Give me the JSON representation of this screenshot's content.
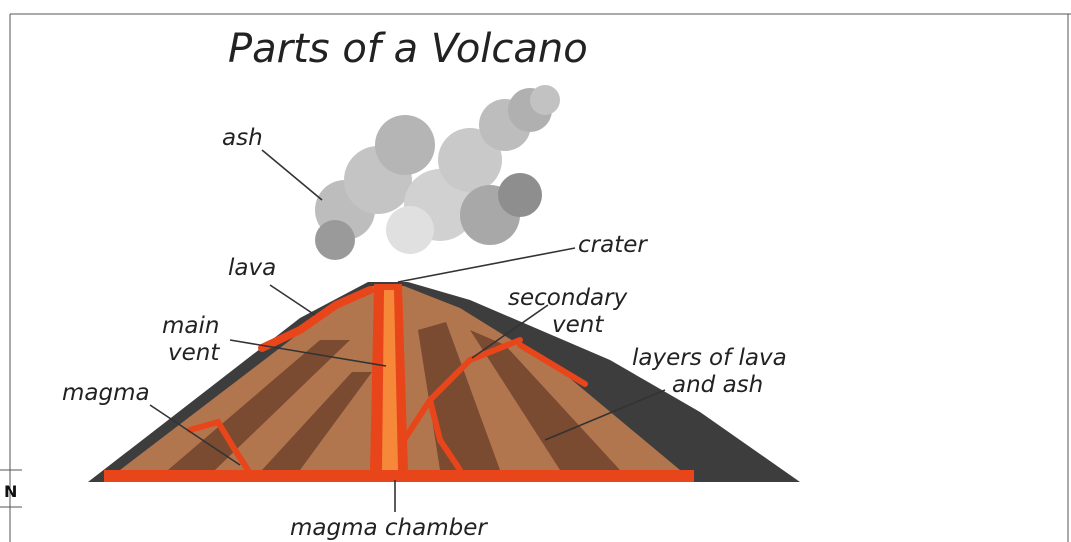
{
  "title": "Parts of a Volcano",
  "labels": {
    "ash": "ash",
    "lava": "lava",
    "main_vent_line1": "main",
    "main_vent_line2": "vent",
    "magma": "magma",
    "crater": "crater",
    "secondary_vent_line1": "secondary",
    "secondary_vent_line2": "vent",
    "layers_line1": "layers of lava",
    "layers_line2": "and ash",
    "magma_chamber": "magma chamber"
  },
  "edge_text": "N",
  "colors": {
    "lava": "#e8461a",
    "lava_glow": "#f6883a",
    "rock_light": "#b2764f",
    "rock_dark": "#7a4a31",
    "outer_crust": "#3d3d3d",
    "ash_cloud": "#bdbdbd",
    "ash_cloud_dark": "#8e8e8e"
  }
}
